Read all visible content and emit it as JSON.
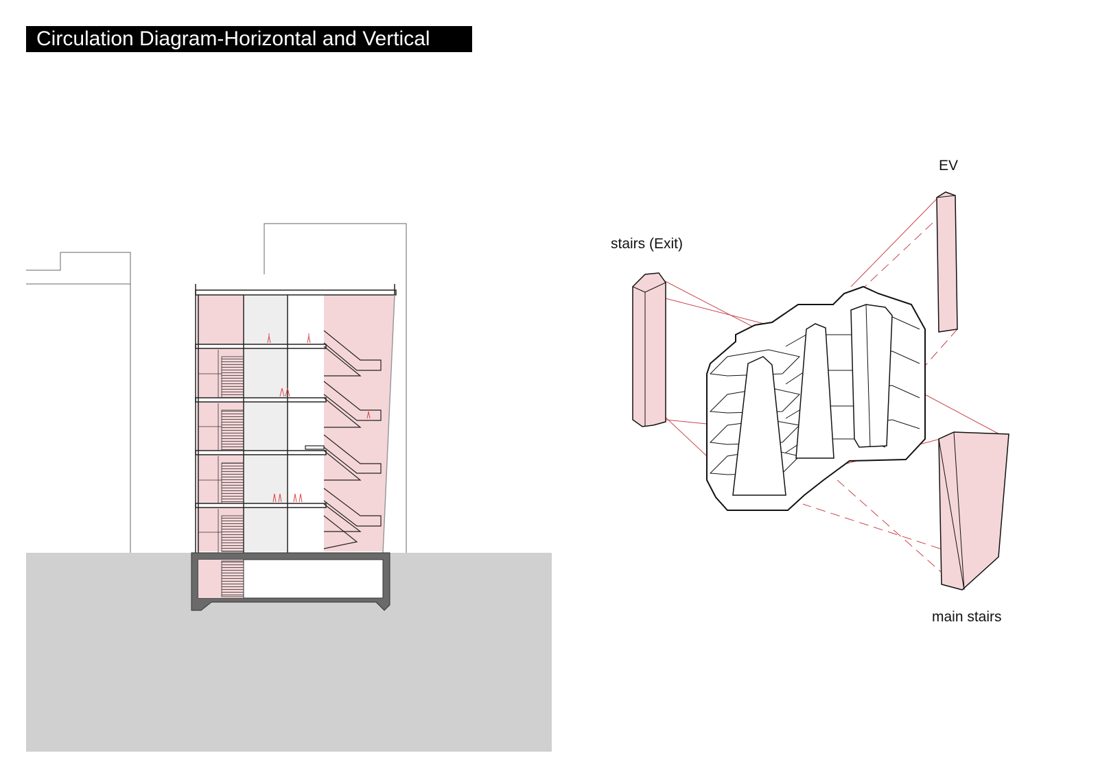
{
  "title": "Circulation Diagram-Horizontal and Vertical",
  "labels": {
    "ev": "EV",
    "stairs_exit": "stairs (Exit)",
    "main_stairs": "main stairs"
  },
  "colors": {
    "title_bg": "#000000",
    "title_text": "#ffffff",
    "pink_fill": "#f5d6d8",
    "pink_line": "#c9444c",
    "ground": "#d0d0d0",
    "light_gray": "#eeeeee",
    "line": "#111111"
  }
}
